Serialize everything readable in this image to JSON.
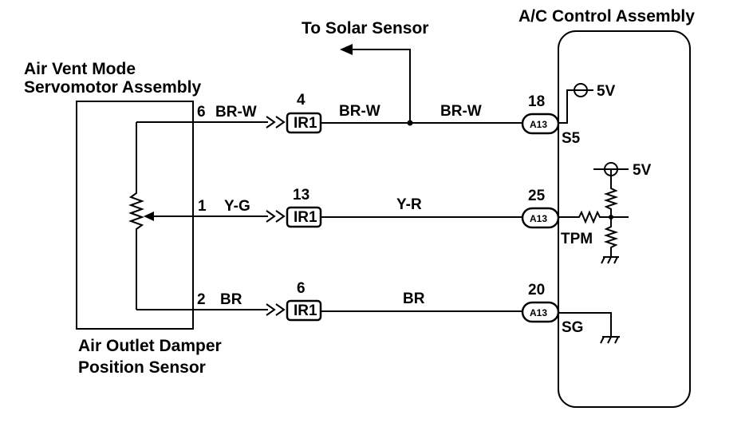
{
  "titles": {
    "solar": "To Solar Sensor",
    "ac_assembly": "A/C Control Assembly",
    "servo_line1": "Air Vent Mode",
    "servo_line2": "Servomotor Assembly",
    "sensor_line1": "Air Outlet Damper",
    "sensor_line2": "Position Sensor"
  },
  "rows": [
    {
      "motor_pin": "6",
      "motor_wire": "BR-W",
      "ir1_pin": "4",
      "ir1_label": "IR1",
      "mid_wire": "BR-W",
      "right_wire": "BR-W",
      "a13_pin": "18",
      "a13_label": "A13",
      "terminal": "S5",
      "supply": "5V"
    },
    {
      "motor_pin": "1",
      "motor_wire": "Y-G",
      "ir1_pin": "13",
      "ir1_label": "IR1",
      "mid_wire": "Y-R",
      "a13_pin": "25",
      "a13_label": "A13",
      "terminal": "TPM",
      "supply": "5V"
    },
    {
      "motor_pin": "2",
      "motor_wire": "BR",
      "ir1_pin": "6",
      "ir1_label": "IR1",
      "mid_wire": "BR",
      "a13_pin": "20",
      "a13_label": "A13",
      "terminal": "SG"
    }
  ]
}
